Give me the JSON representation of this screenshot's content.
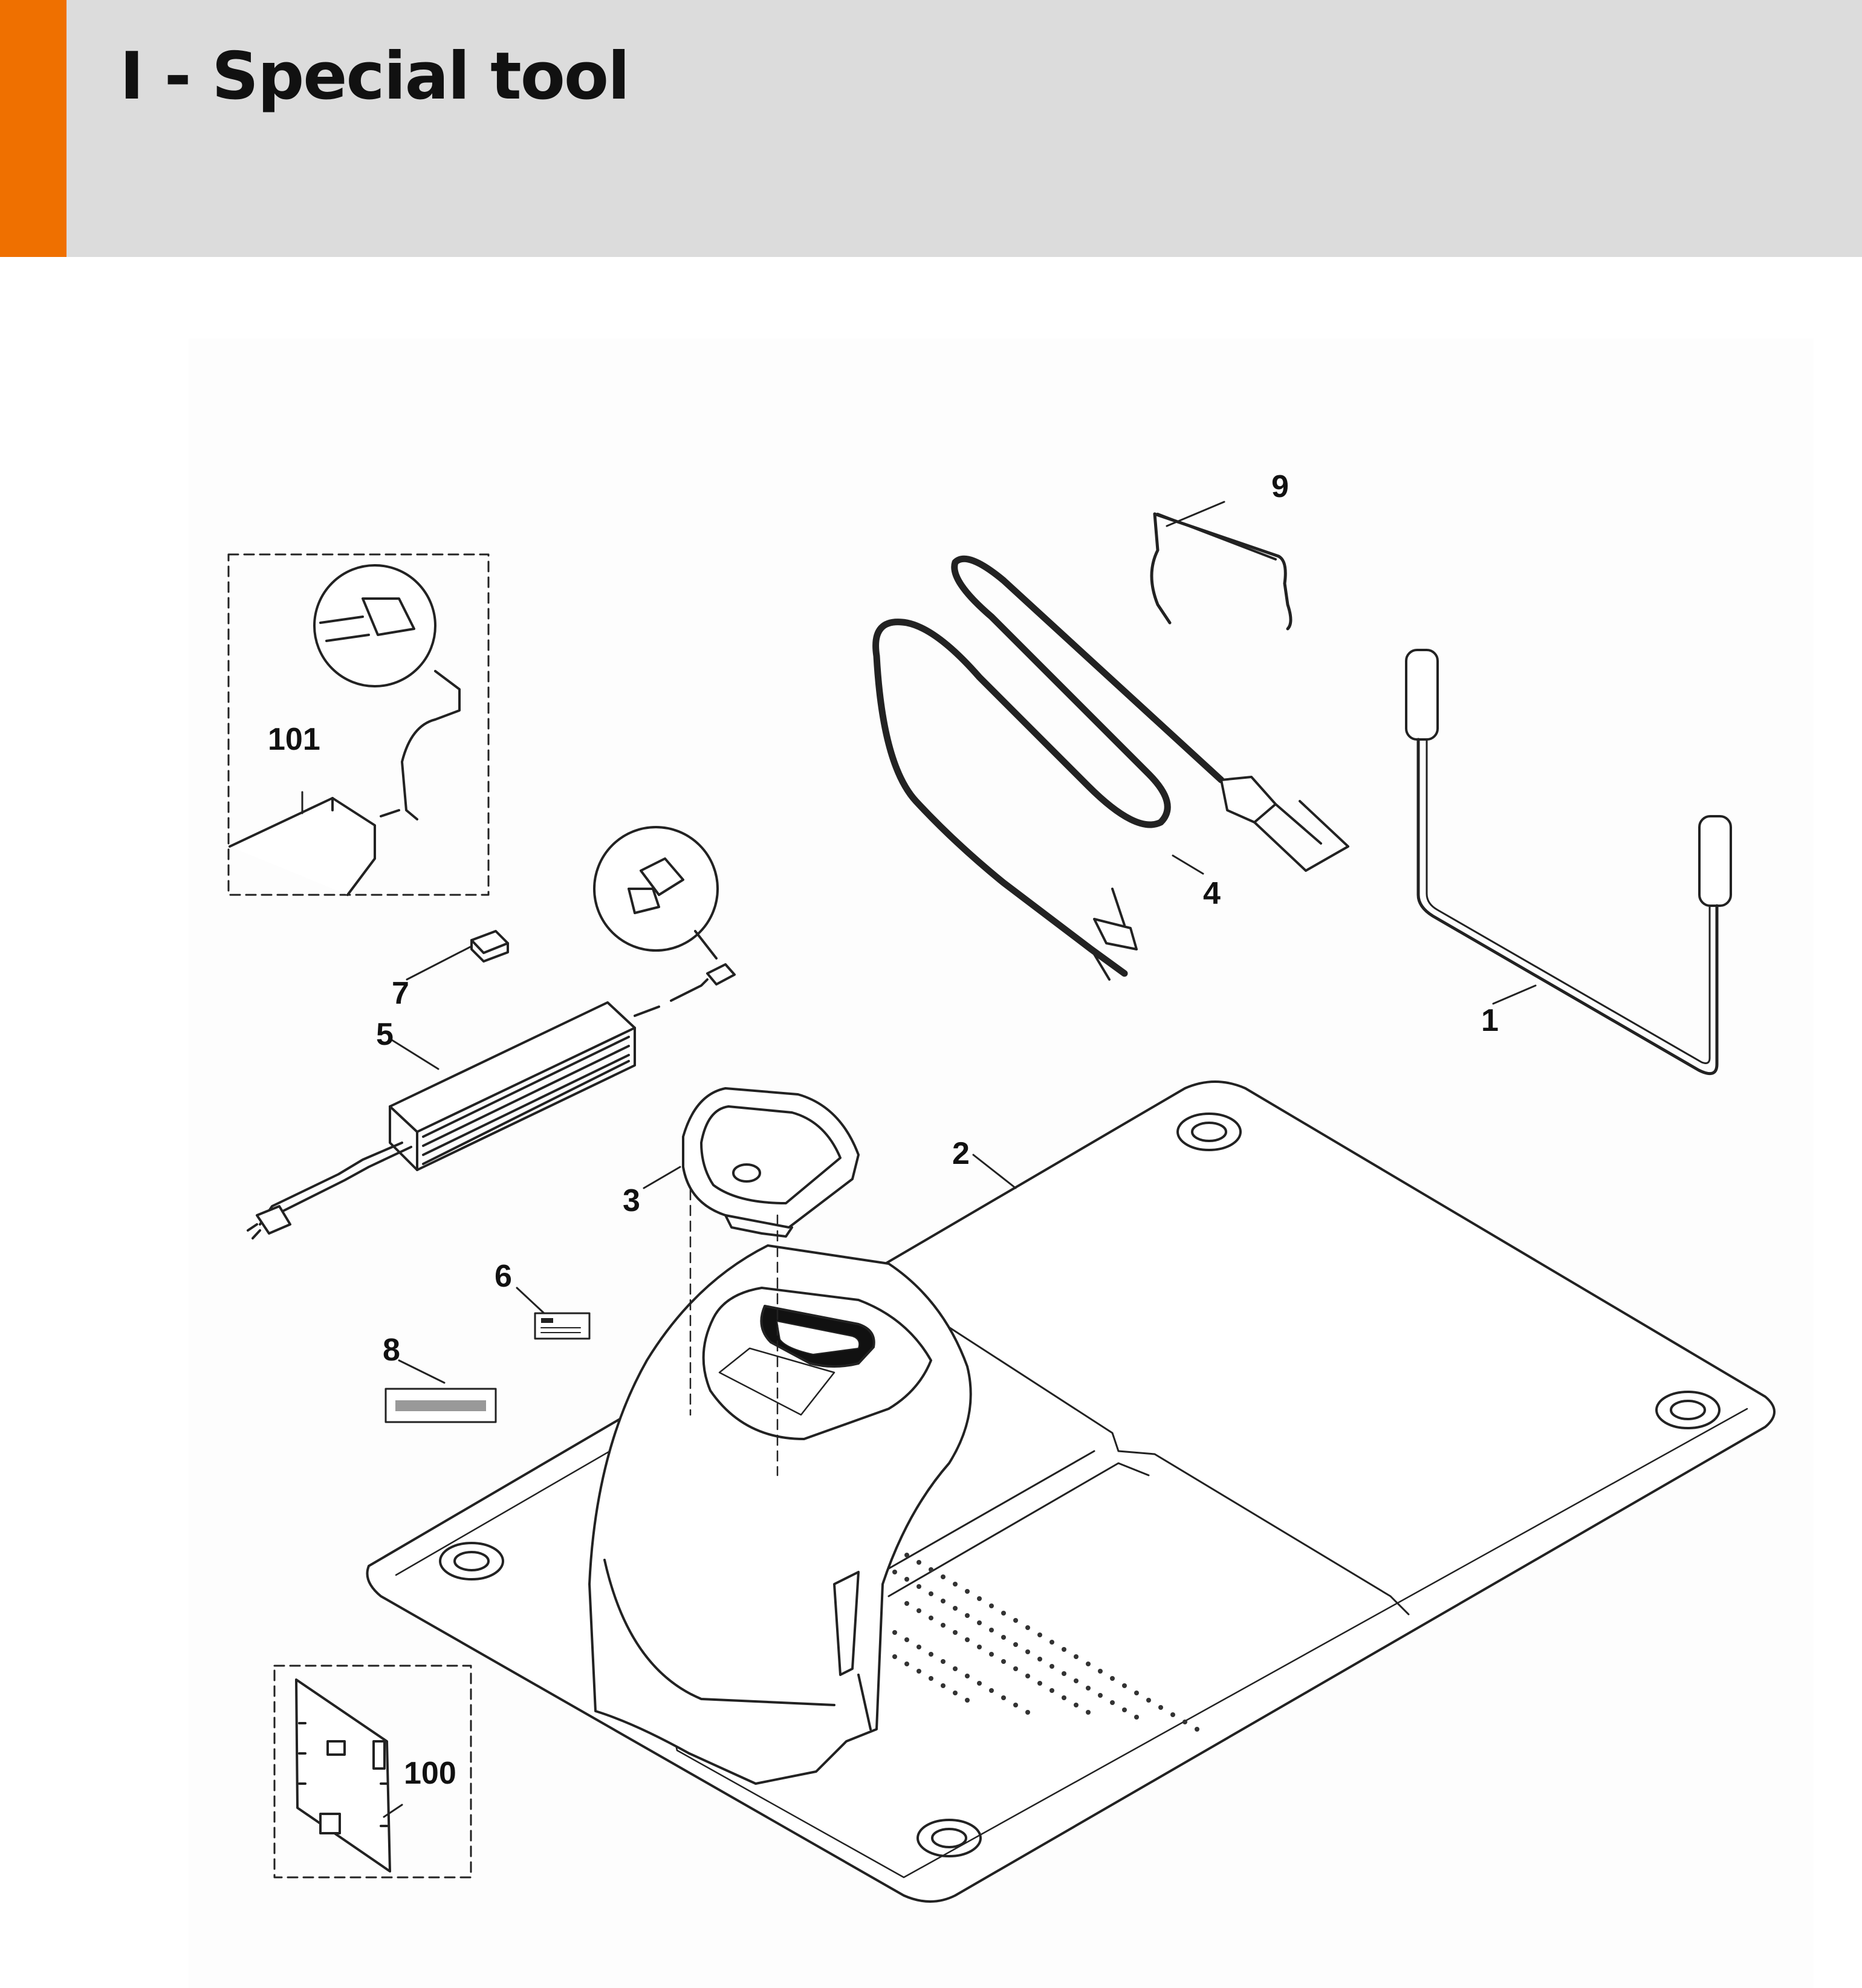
{
  "header": {
    "title": "I - Special tool",
    "accent_color": "#ef7000",
    "background_color": "#dcdcdc"
  },
  "callouts": {
    "c1": "1",
    "c2": "2",
    "c3": "3",
    "c4": "4",
    "c5": "5",
    "c6": "6",
    "c7": "7",
    "c8": "8",
    "c9": "9",
    "c100": "100",
    "c101": "101"
  }
}
